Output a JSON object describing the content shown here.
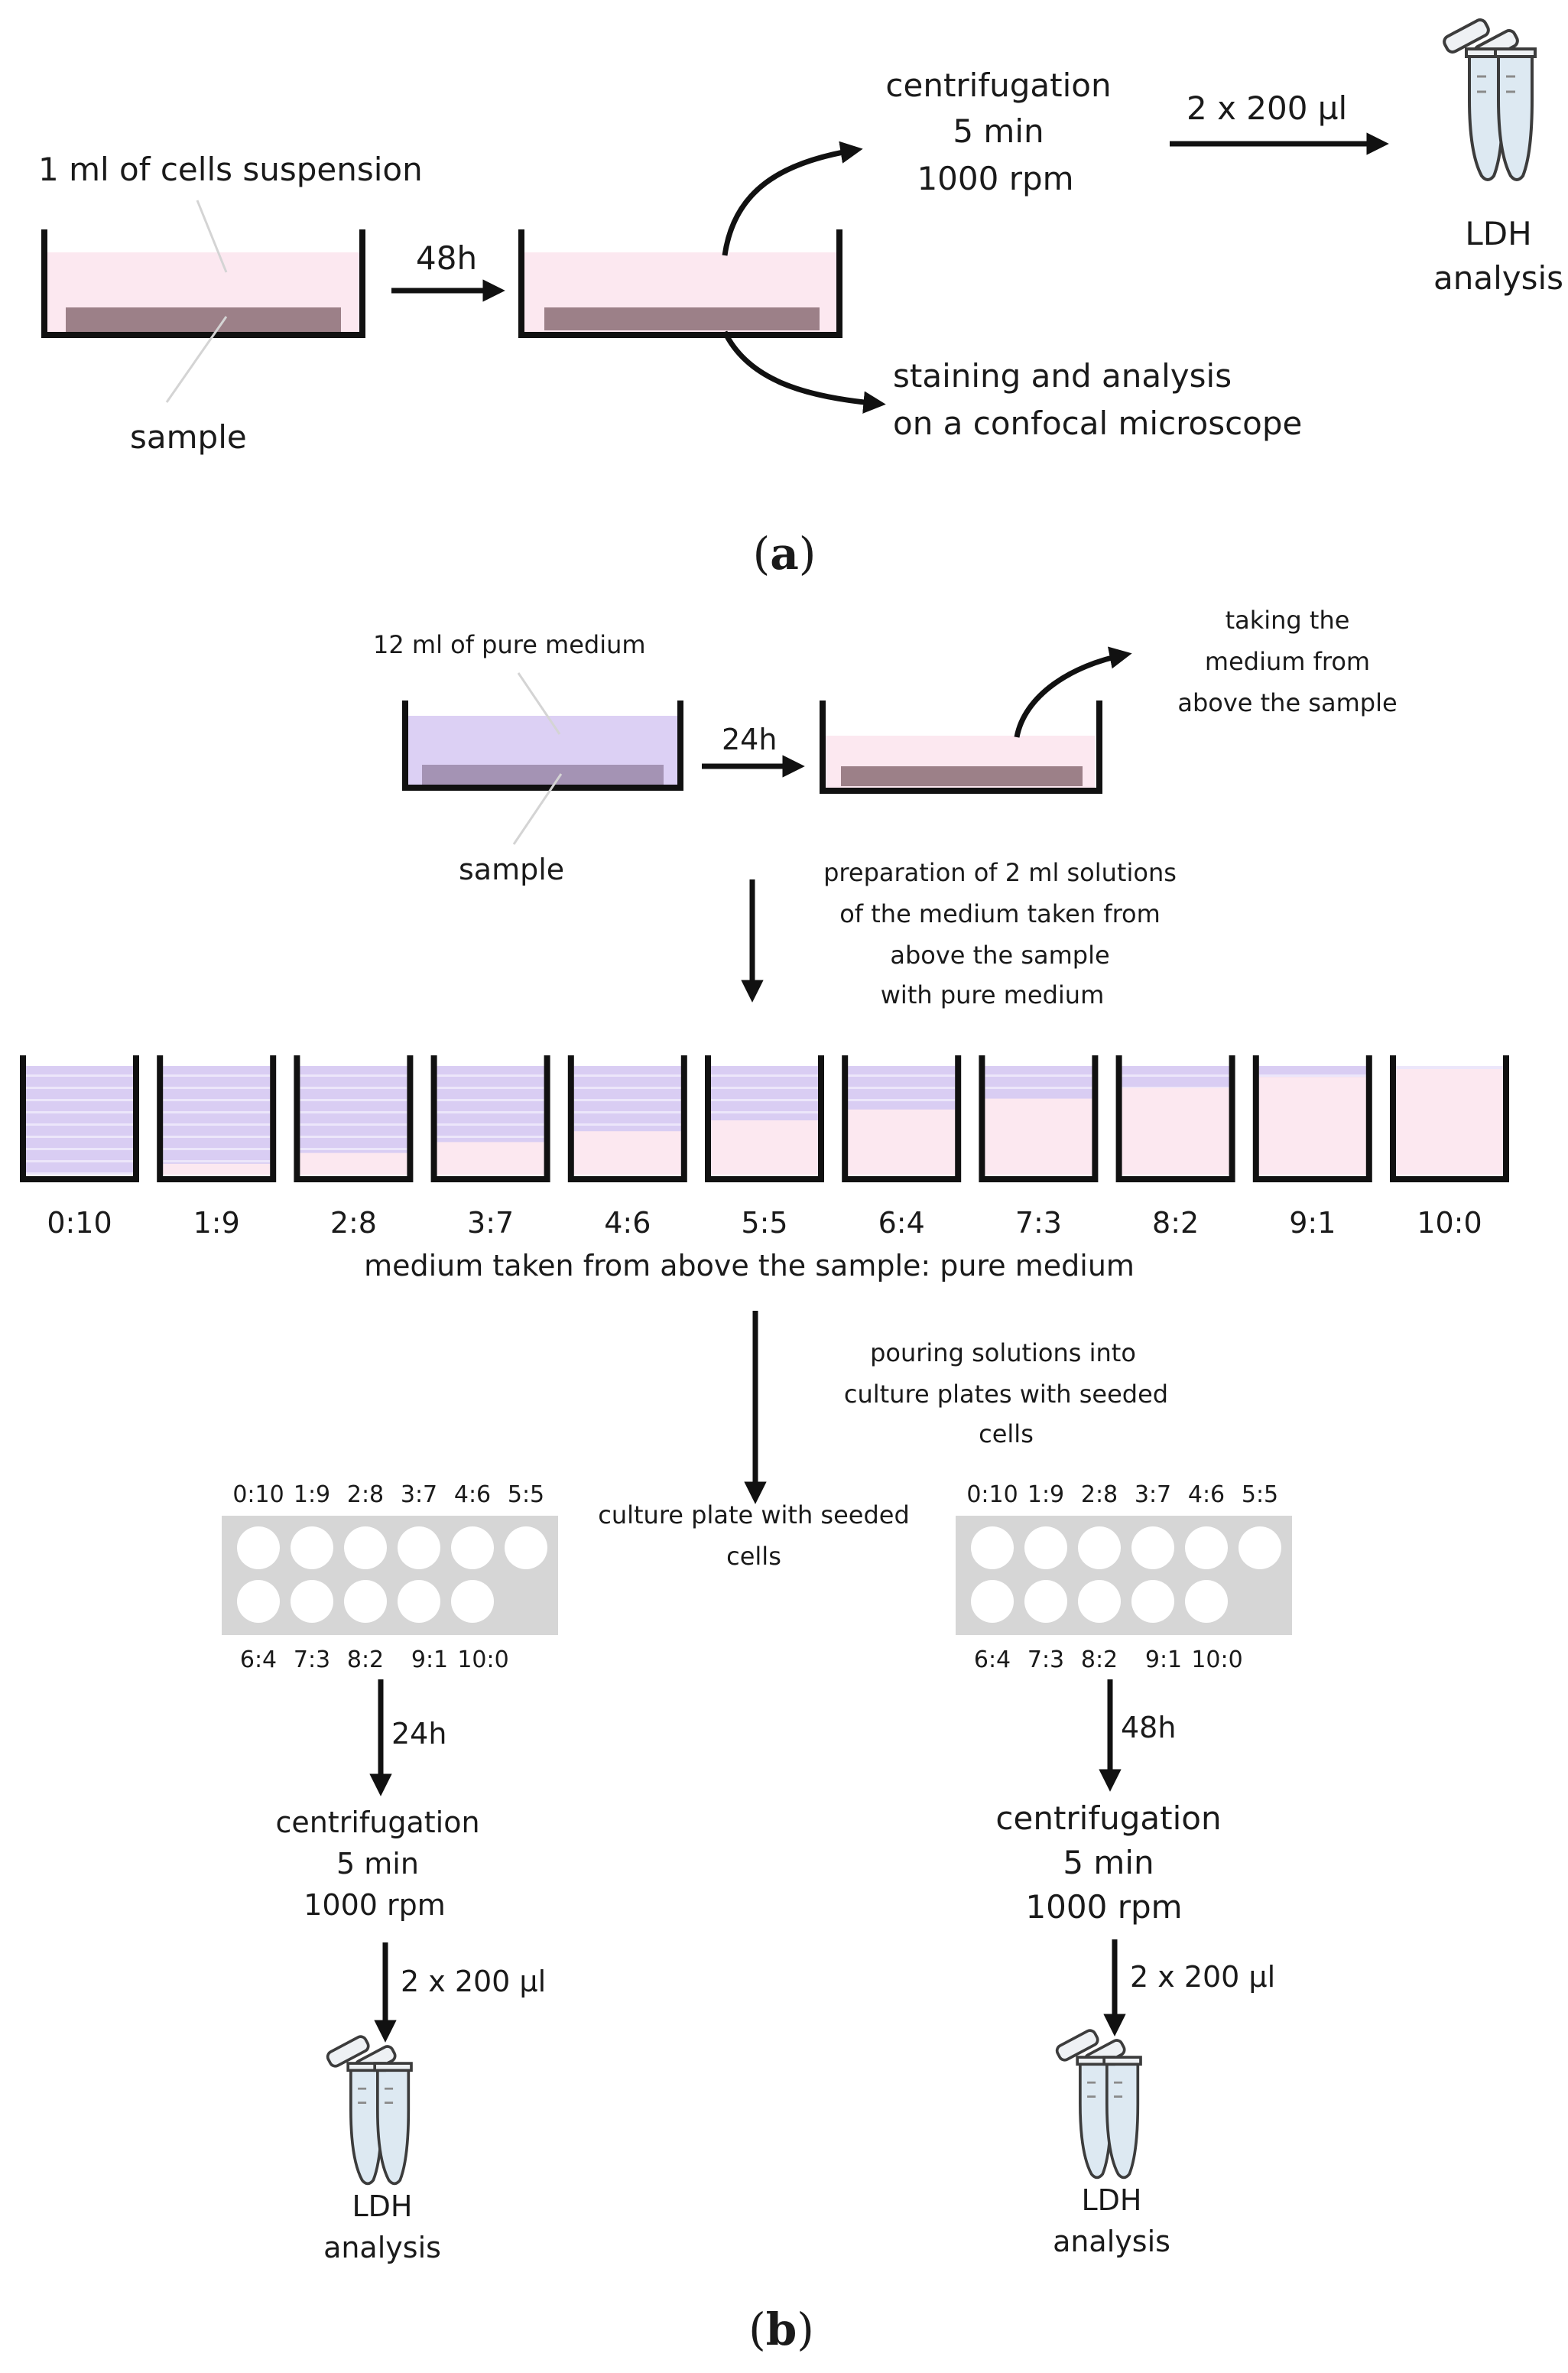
{
  "panel_a": {
    "caption": "a",
    "cells_label": "1 ml  of cells suspension",
    "sample_label": "sample",
    "time_label": "48h",
    "centrifugation": [
      "centrifugation",
      "5 min",
      "1000 rpm"
    ],
    "volume_label": "2 x 200 µl",
    "ldh_label": [
      "LDH",
      "analysis"
    ],
    "staining": [
      "staining and analysis",
      "on a confocal microscope"
    ]
  },
  "panel_b": {
    "caption": "b",
    "medium_label": "12 ml of pure medium",
    "sample_label": "sample",
    "time_label": "24h",
    "taking": [
      "taking the",
      "medium from",
      "above the sample"
    ],
    "preparation": [
      "preparation of 2 ml solutions",
      "of the medium taken from",
      "above the sample",
      "with pure medium"
    ],
    "ratios": [
      "0:10",
      "1:9",
      "2:8",
      "3:7",
      "4:6",
      "5:5",
      "6:4",
      "7:3",
      "8:2",
      "9:1",
      "10:0"
    ],
    "ratio_caption": "medium taken from above the sample: pure medium",
    "pouring": [
      "pouring solutions into",
      "culture plates with seeded",
      "cells"
    ],
    "plate_label": [
      "culture plate with seeded",
      "cells"
    ],
    "plate_top_labels": [
      "0:10",
      "1:9",
      "2:8",
      "3:7",
      "4:6",
      "5:5"
    ],
    "plate_bottom_labels": [
      "6:4",
      "7:3",
      "8:2",
      "9:1",
      "10:0"
    ],
    "left_branch": {
      "time": "24h",
      "centrifugation": [
        "centrifugation",
        "5 min",
        "1000 rpm"
      ],
      "volume": "2 x 200 µl",
      "ldh": [
        "LDH",
        "analysis"
      ]
    },
    "right_branch": {
      "time": "48h",
      "centrifugation": [
        "centrifugation",
        "5 min",
        "1000 rpm"
      ],
      "volume": "2 x 200 µl",
      "ldh": [
        "LDH",
        "analysis"
      ]
    }
  },
  "colors": {
    "pink_liquid": "#fce8f0",
    "purple_liquid": "#dcd0f4",
    "sample_fill": "#9c8088",
    "plate_gray": "#d6d6d6",
    "stroke": "#111111"
  },
  "icons": [
    "eppendorf-tube-icon"
  ]
}
